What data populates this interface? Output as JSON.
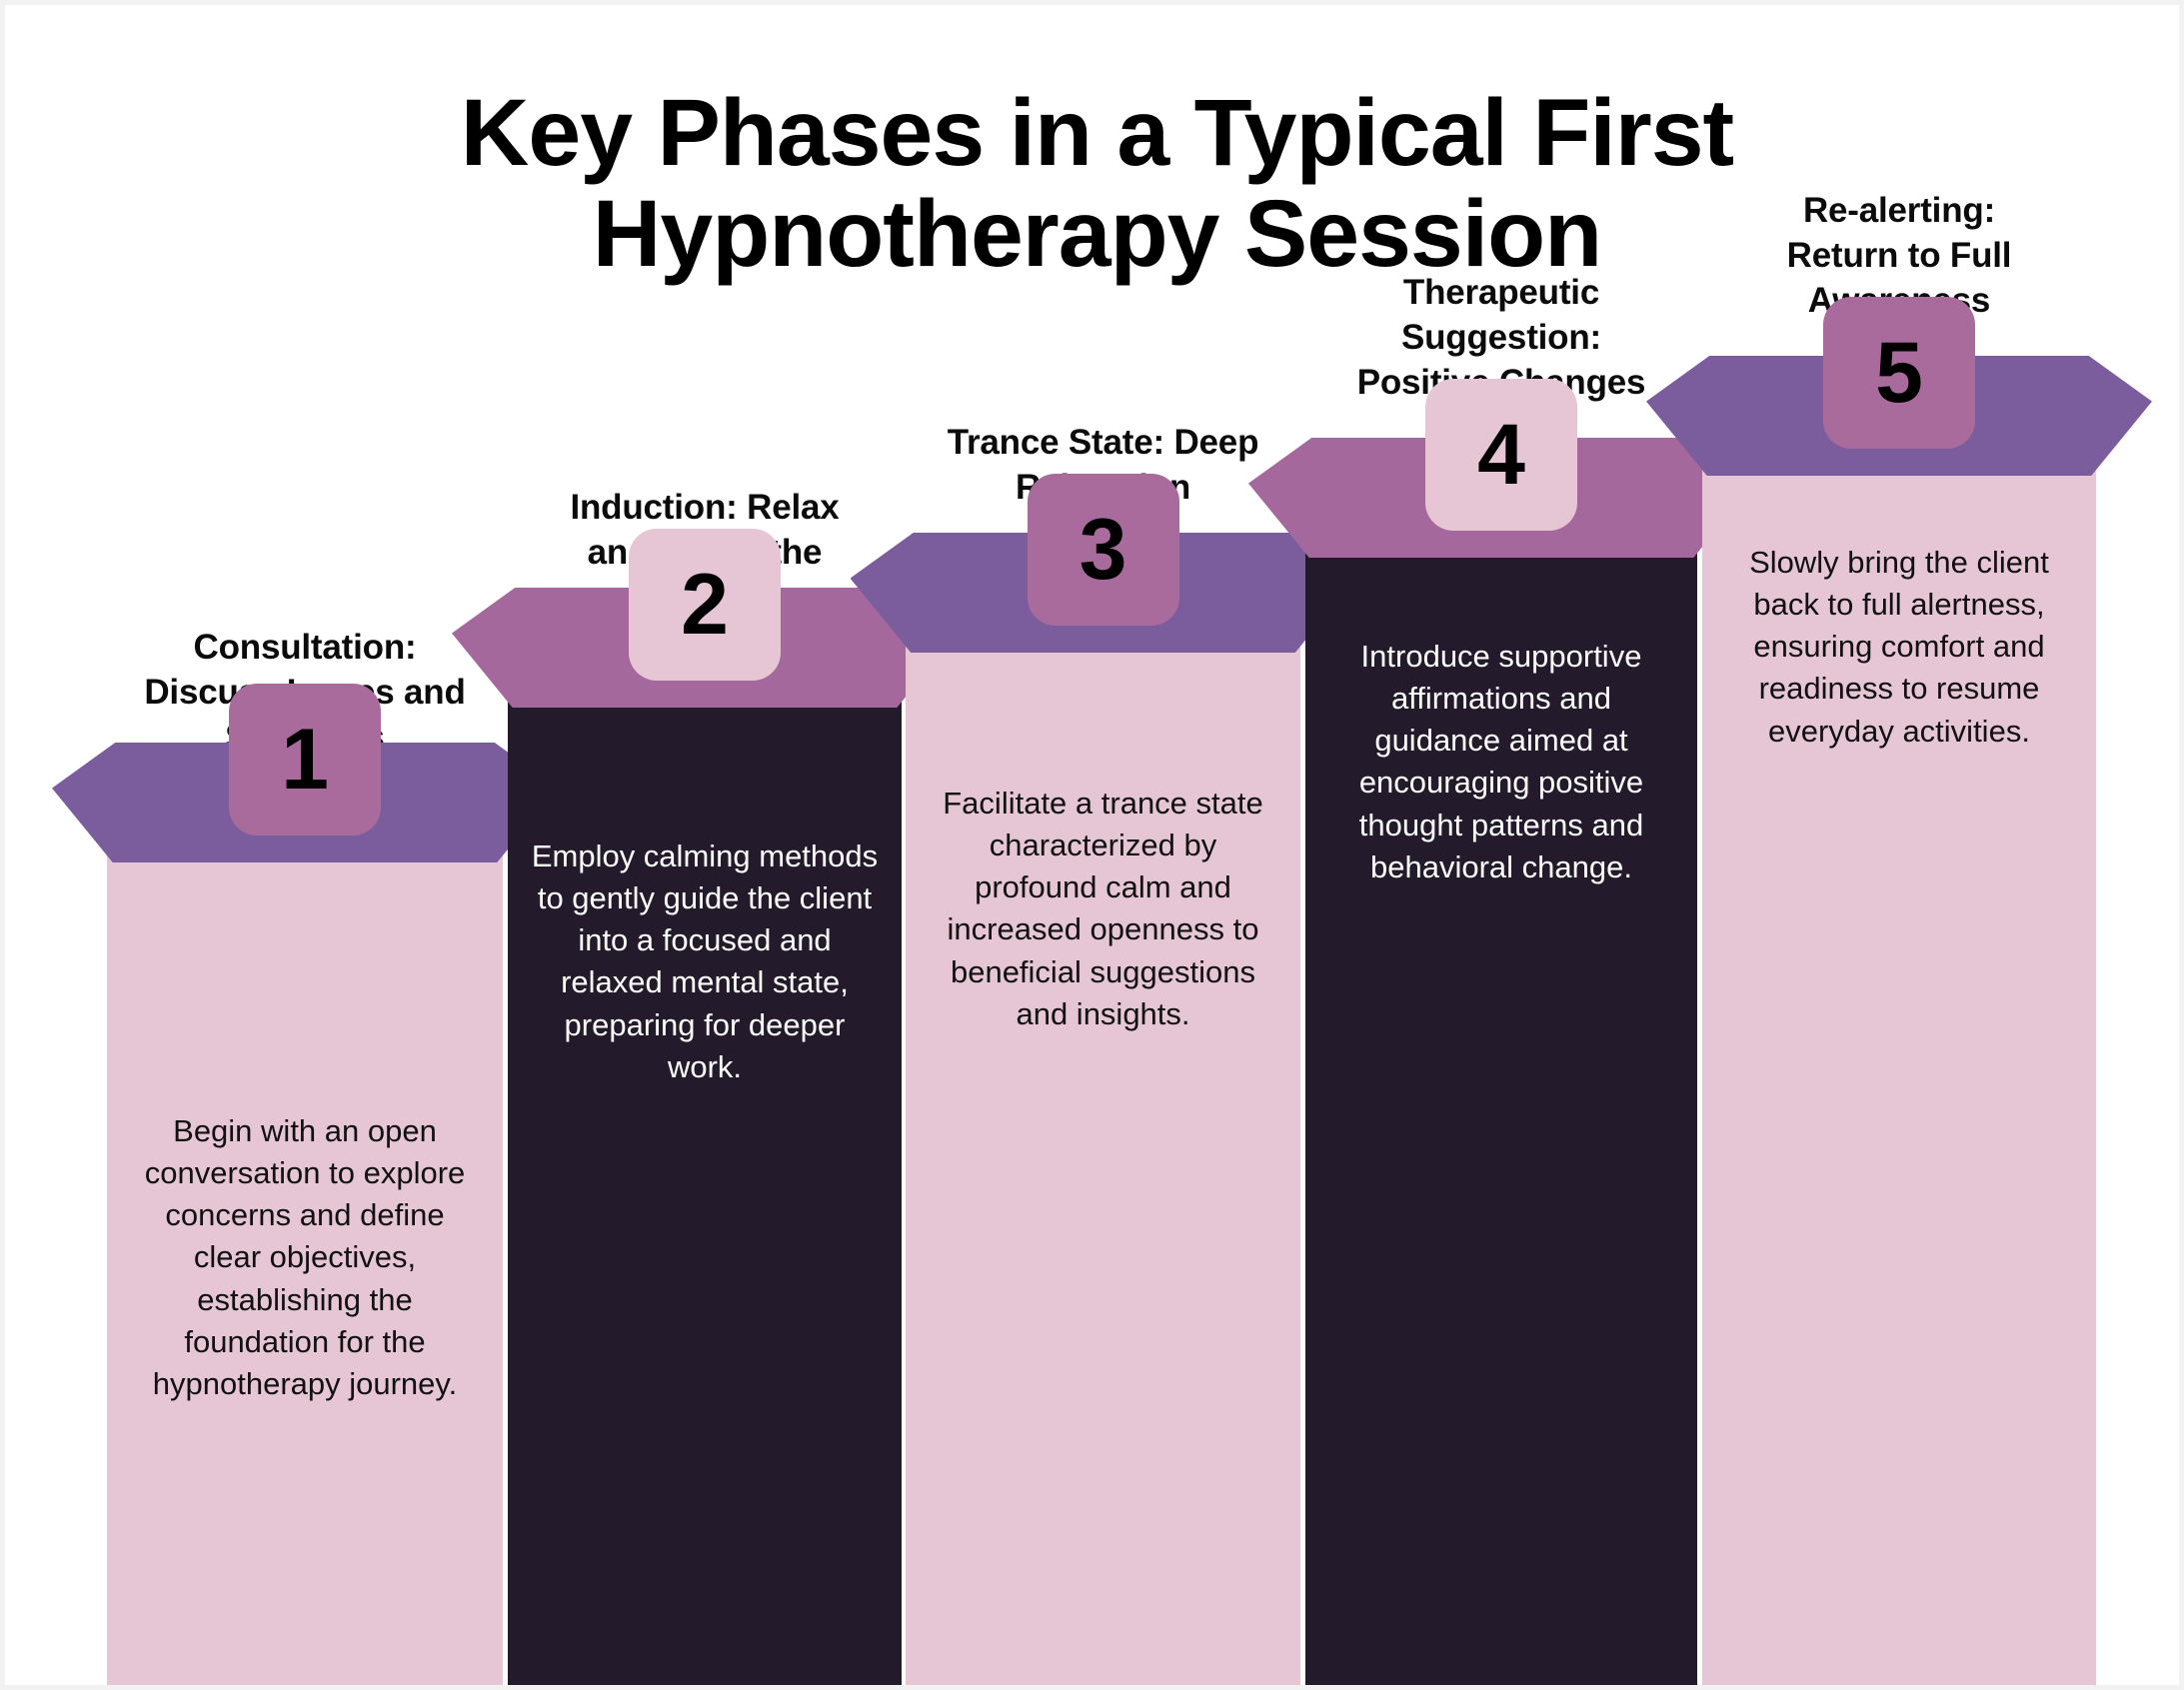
{
  "title": "Key Phases in a Typical First Hypnotherapy Session",
  "colors": {
    "background": "#ffffff",
    "pillar_light": "#e6c6d4",
    "pillar_dark": "#231a2b",
    "hex_purple": "#7b5c9c",
    "hex_mauve": "#a4689d",
    "badge_mauve": "#a96b9c",
    "badge_pink": "#e6c6d4",
    "text_dark": "#111111",
    "text_light": "#ffffff"
  },
  "chart_data": {
    "type": "bar",
    "title": "Key Phases in a Typical First Hypnotherapy Session",
    "xlabel": "",
    "ylabel": "",
    "grid": false,
    "legend": "none",
    "categories": [
      "Consultation: Discuss Issues and Set Goals",
      "Induction: Relax and Focus the Mind",
      "Trance State: Deep Relaxation Achieved",
      "Therapeutic Suggestion: Positive Changes",
      "Re-alerting: Return to Full Awareness"
    ],
    "values": [
      1,
      2,
      3,
      4,
      5
    ],
    "ylim": [
      0,
      5
    ]
  },
  "steps": [
    {
      "number": "1",
      "heading": "Consultation: Discuss Issues and Set Goals",
      "description": "Begin with an open conversation to explore concerns and define clear objectives, establishing the foundation for the hypnotherapy journey.",
      "theme": "light"
    },
    {
      "number": "2",
      "heading": "Induction: Relax and Focus the Mind",
      "description": "Employ calming methods to gently guide the client into a focused and relaxed mental state, preparing for deeper work.",
      "theme": "dark"
    },
    {
      "number": "3",
      "heading": "Trance State: Deep Relaxation Achieved",
      "description": "Facilitate a trance state characterized by profound calm and increased openness to beneficial suggestions and insights.",
      "theme": "light"
    },
    {
      "number": "4",
      "heading": "Therapeutic Suggestion: Positive Changes",
      "description": "Introduce supportive affirmations and guidance aimed at encouraging positive thought patterns and behavioral change.",
      "theme": "dark"
    },
    {
      "number": "5",
      "heading": "Re-alerting: Return to Full Awareness",
      "description": "Slowly bring the client back to full alertness, ensuring comfort and readiness to resume everyday activities.",
      "theme": "light"
    }
  ]
}
